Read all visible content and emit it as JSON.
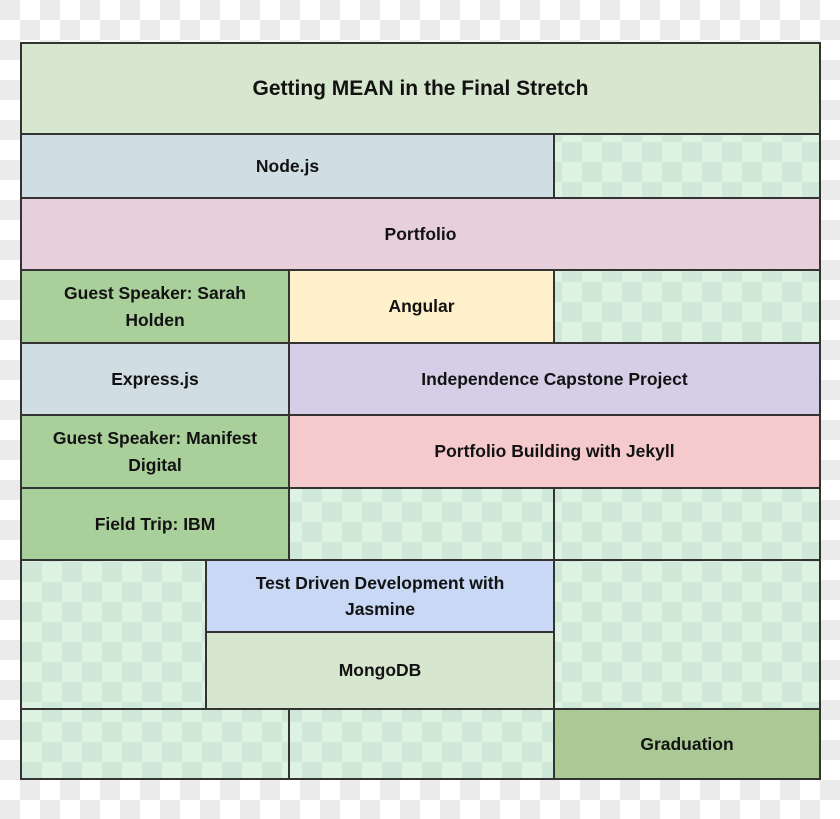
{
  "chart_data": {
    "type": "table",
    "subtype": "gantt-schedule",
    "title": "Getting MEAN in the Final Stretch",
    "grid": {
      "columns": 3,
      "column_boundaries_fraction": [
        0,
        0.335,
        0.667,
        1.0
      ],
      "axis_labels_visible": false,
      "legend": "none"
    },
    "rows": [
      {
        "label": "Node.js",
        "start": 0.0,
        "end": 0.667,
        "color": "#d0dde2"
      },
      {
        "label": "Portfolio",
        "start": 0.0,
        "end": 1.0,
        "color": "#e7d0db"
      },
      {
        "label": "Guest Speaker: Sarah Holden",
        "start": 0.0,
        "end": 0.335,
        "color": "#a9cf9a",
        "same_row": {
          "label": "Angular",
          "start": 0.335,
          "end": 0.667,
          "color": "#fdf0cb"
        }
      },
      {
        "label": "Express.js",
        "start": 0.0,
        "end": 0.335,
        "color": "#d0dde2",
        "same_row": {
          "label": "Independence Capstone Project",
          "start": 0.335,
          "end": 1.0,
          "color": "#d5cee6"
        }
      },
      {
        "label": "Guest Speaker: Manifest Digital",
        "start": 0.0,
        "end": 0.335,
        "color": "#a9cf9a",
        "same_row": {
          "label": "Portfolio Building with Jekyll",
          "start": 0.335,
          "end": 1.0,
          "color": "#f5cacd"
        }
      },
      {
        "label": "Field Trip: IBM",
        "start": 0.0,
        "end": 0.335,
        "color": "#a9cf9a"
      },
      {
        "label": "Test Driven Development with Jasmine",
        "start": 0.232,
        "end": 0.667,
        "color": "#c8d8f5"
      },
      {
        "label": "MongoDB",
        "start": 0.232,
        "end": 0.667,
        "color": "#d7e6cf"
      },
      {
        "label": "Graduation",
        "start": 0.667,
        "end": 1.0,
        "color": "#abc995"
      }
    ]
  },
  "cells": {
    "title": "Getting MEAN in the Final Stretch",
    "nodejs": "Node.js",
    "portfolio": "Portfolio",
    "sarah": "Guest Speaker: Sarah Holden",
    "angular": "Angular",
    "express": "Express.js",
    "independence": "Independence Capstone Project",
    "manifest": "Guest Speaker: Manifest Digital",
    "jekyll": "Portfolio Building with Jekyll",
    "fieldtrip": "Field Trip: IBM",
    "tdd": "Test Driven Development with Jasmine",
    "mongodb": "MongoDB",
    "graduation": "Graduation"
  },
  "colors": {
    "header_green": "#d7e6cf",
    "bar_blue": "#d0dde2",
    "bar_mauve_pink": "#e7d0db",
    "bar_green": "#a9cf9a",
    "bar_yellow": "#fdf0cb",
    "bar_purple": "#d5cee6",
    "bar_salmon_pink": "#f5cacd",
    "bar_periwinkle": "#c8d8f5",
    "bar_sage": "#d7e6cf",
    "bar_graduation_green": "#abc995",
    "grid_border": "#333333",
    "empty_checker_light": "#def2e2",
    "empty_checker_dark": "#d0e8d7",
    "backdrop_checker_light": "#ffffff",
    "backdrop_checker_dark": "#ebebeb"
  }
}
